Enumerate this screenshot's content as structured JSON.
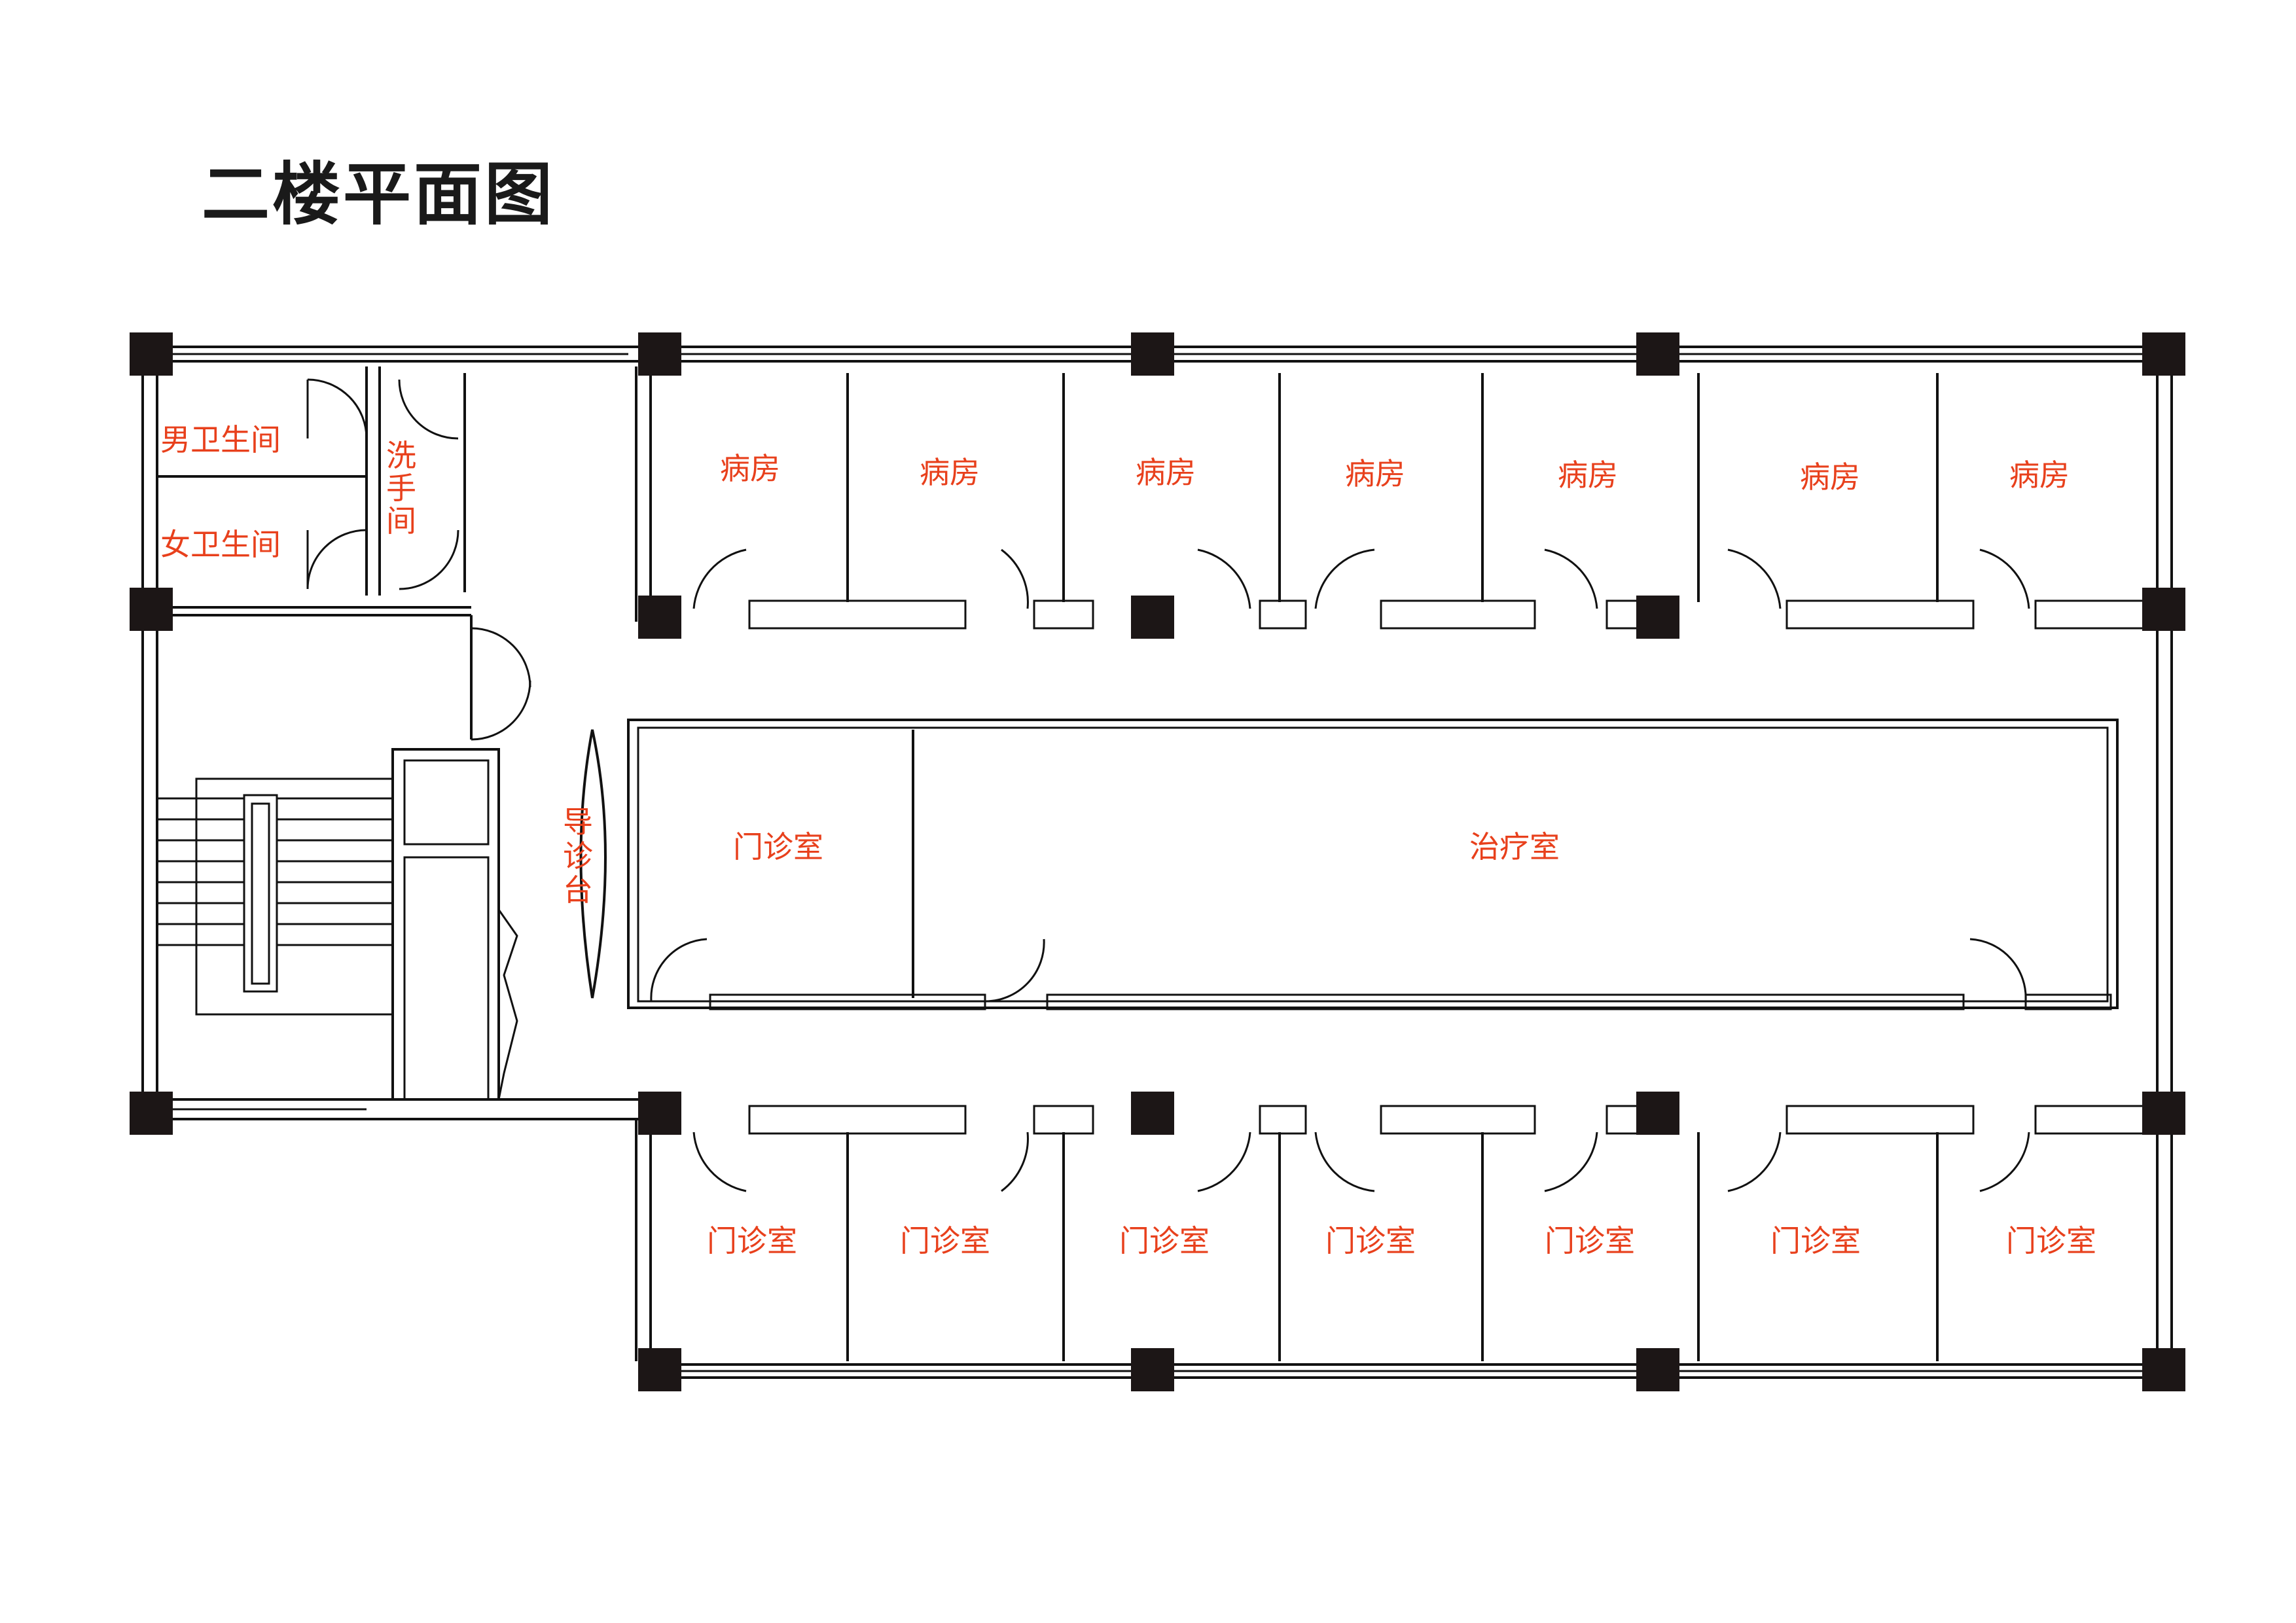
{
  "title": "二楼平面图",
  "colors": {
    "label": "#e8401c",
    "line": "#111111",
    "column": "#1c1616"
  },
  "rooms": {
    "mens_restroom": "男卫生间",
    "womens_restroom": "女卫生间",
    "washroom": [
      "洗",
      "手",
      "间"
    ],
    "triage_desk": [
      "导",
      "诊",
      "台"
    ],
    "wards": [
      "病房",
      "病房",
      "病房",
      "病房",
      "病房",
      "病房",
      "病房"
    ],
    "central_clinic": "门诊室",
    "treatment_room": "治疗室",
    "bottom_clinics": [
      "门诊室",
      "门诊室",
      "门诊室",
      "门诊室",
      "门诊室",
      "门诊室",
      "门诊室"
    ]
  }
}
